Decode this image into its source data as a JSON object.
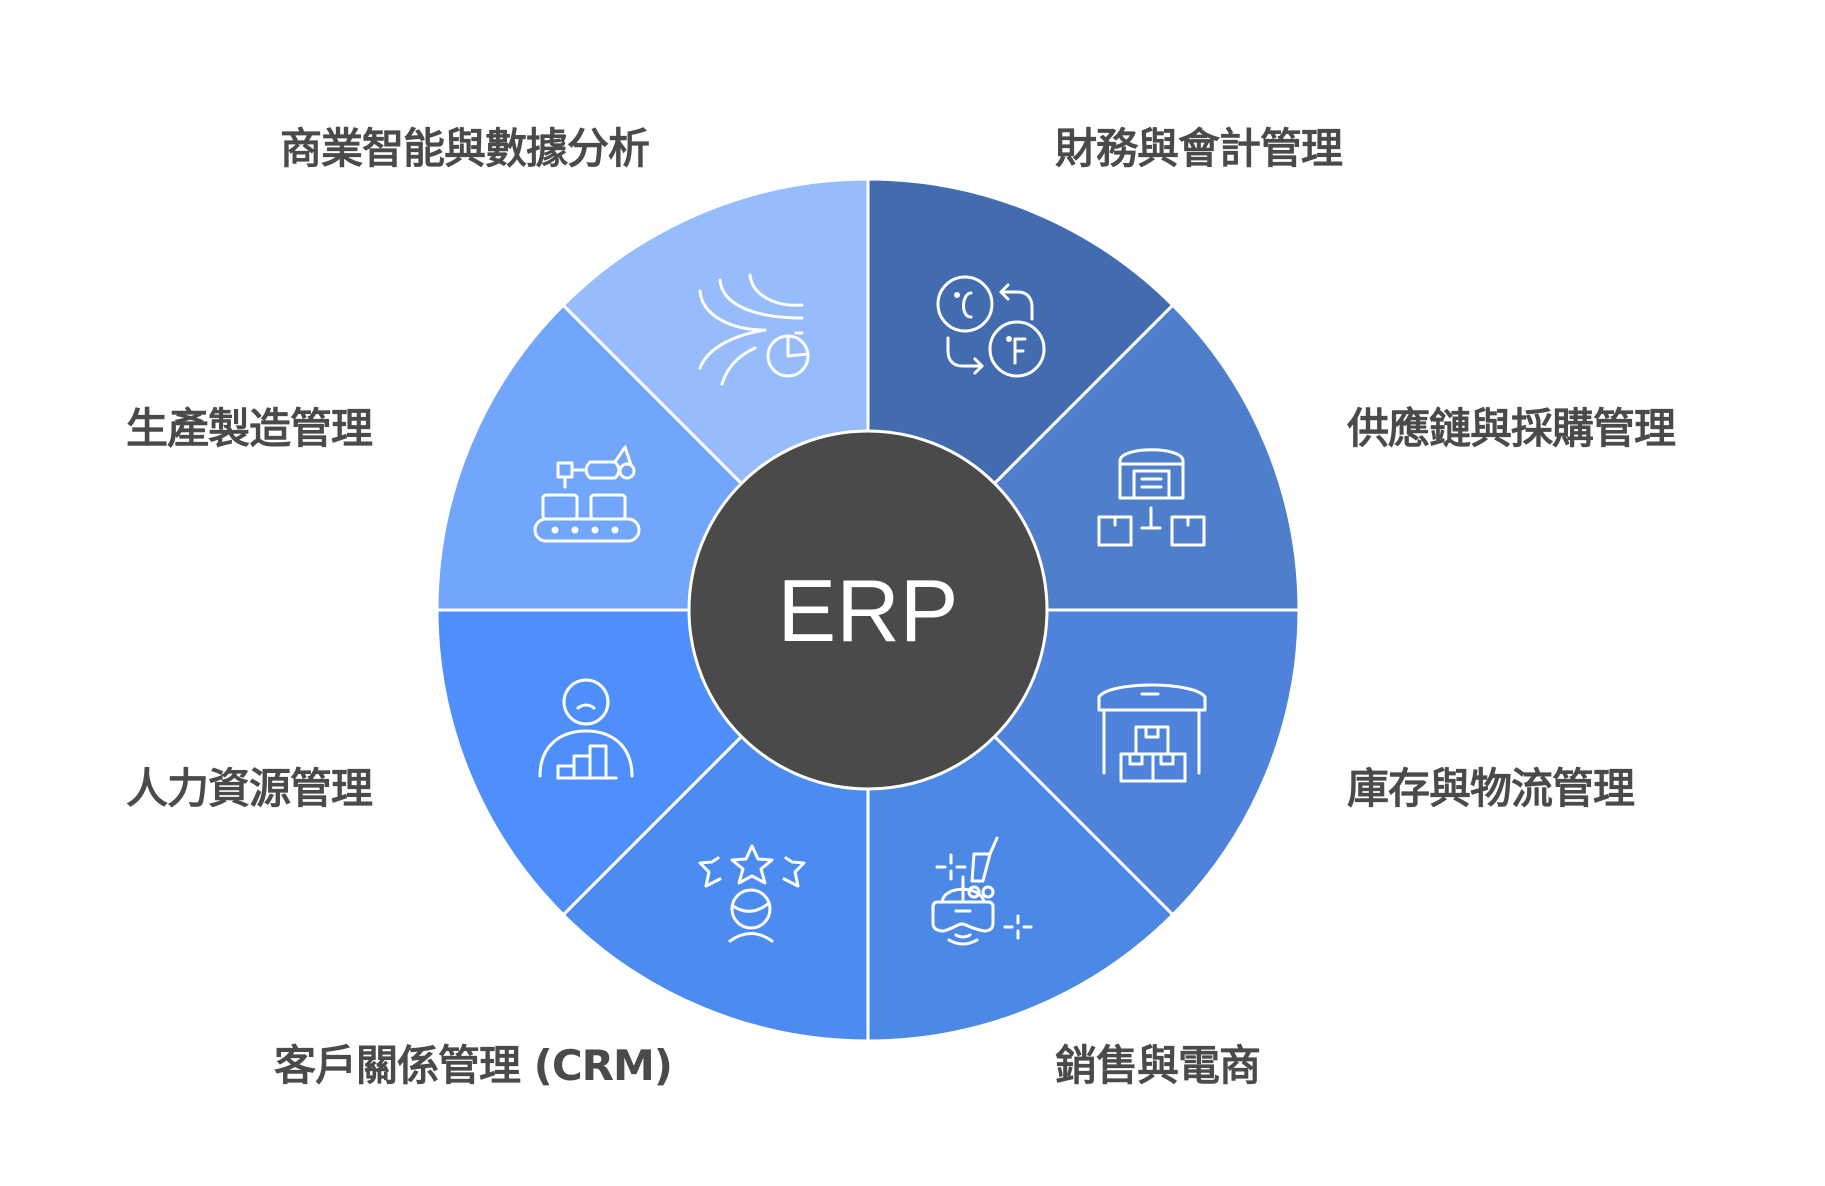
{
  "center": {
    "label": "ERP",
    "color": "#4a4a4a"
  },
  "segments": [
    {
      "id": "finance",
      "label": "財務與會計管理",
      "icon": "currency-exchange-icon",
      "color": "#436cb0"
    },
    {
      "id": "supply-chain",
      "label": "供應鏈與採購管理",
      "icon": "warehouse-distribution-icon",
      "color": "#4f7fcb"
    },
    {
      "id": "inventory",
      "label": "庫存與物流管理",
      "icon": "warehouse-boxes-icon",
      "color": "#4f83db"
    },
    {
      "id": "sales",
      "label": "銷售與電商",
      "icon": "vr-shopping-icon",
      "color": "#4c89e6"
    },
    {
      "id": "crm",
      "label": "客戶關係管理 (CRM)",
      "icon": "customer-rating-icon",
      "color": "#4c8cf0"
    },
    {
      "id": "hr",
      "label": "人力資源管理",
      "icon": "employee-growth-icon",
      "color": "#4f8ffc"
    },
    {
      "id": "manufacturing",
      "label": "生產製造管理",
      "icon": "conveyor-robot-icon",
      "color": "#72a5fc"
    },
    {
      "id": "bi",
      "label": "商業智能與數據分析",
      "icon": "data-flow-chart-icon",
      "color": "#97bcfc"
    }
  ],
  "colors": {
    "text": "#4a4a4a",
    "divider": "#ffffff"
  }
}
